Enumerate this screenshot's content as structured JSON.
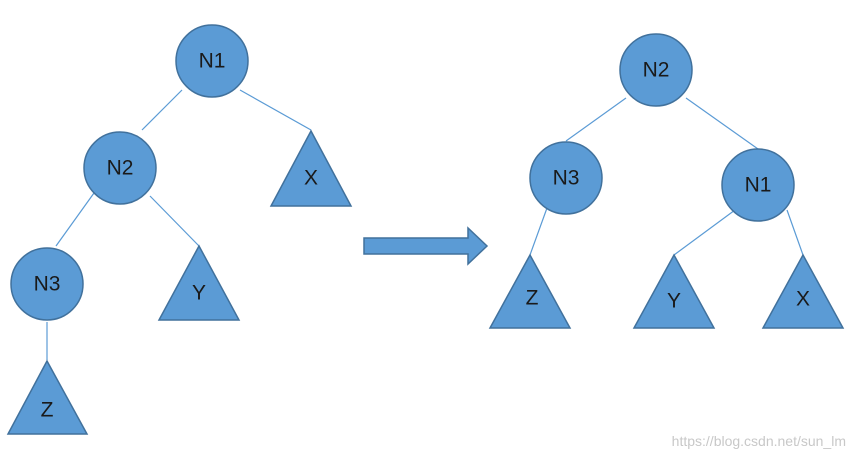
{
  "colors": {
    "node_fill": "#5b9bd5",
    "node_stroke": "#41719c",
    "label": "#1a1a1a",
    "watermark": "#c8c8c8"
  },
  "before_tree": {
    "nodes": [
      "N1",
      "N2",
      "N3"
    ],
    "subtrees": [
      "X",
      "Y",
      "Z"
    ]
  },
  "after_tree": {
    "nodes": [
      "N2",
      "N3",
      "N1"
    ],
    "subtrees": [
      "Z",
      "Y",
      "X"
    ]
  },
  "transform_arrow": "right-arrow",
  "watermark": "https://blog.csdn.net/sun_lm"
}
